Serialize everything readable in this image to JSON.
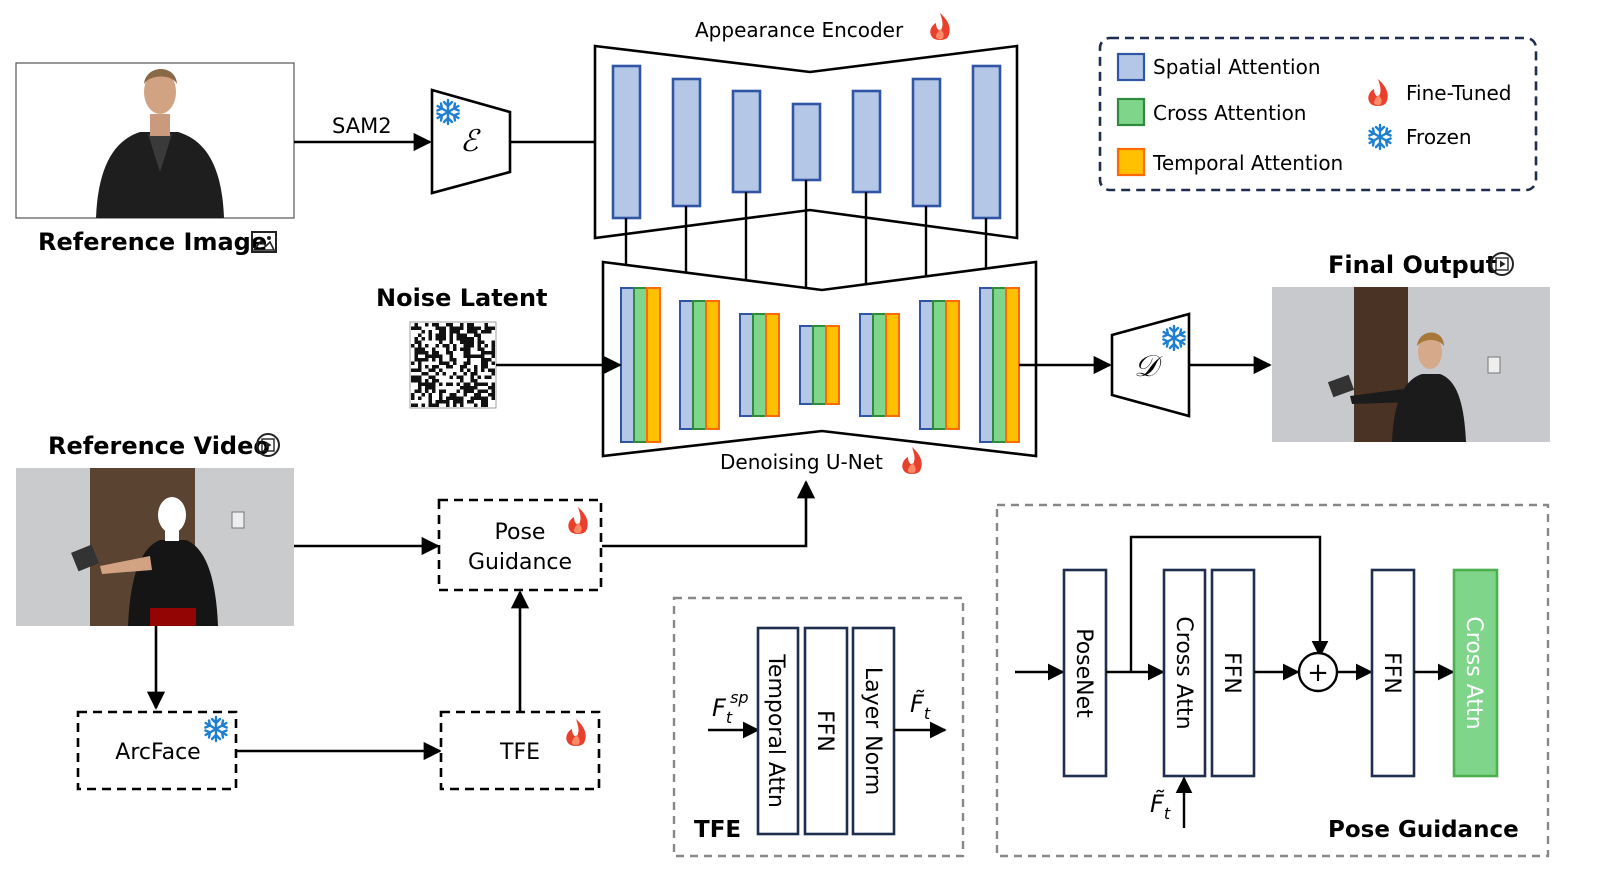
{
  "reference_image": {
    "label": "Reference Image",
    "icon": "image-icon"
  },
  "sam2_label": "SAM2",
  "encoder_symbol": "ℰ",
  "decoder_symbol": "𝒟",
  "appearance_encoder": {
    "label": "Appearance Encoder",
    "status_icon": "flame-icon"
  },
  "noise_latent": {
    "label": "Noise Latent"
  },
  "denoising_unet": {
    "label": "Denoising U-Net",
    "status_icon": "flame-icon"
  },
  "final_output": {
    "label": "Final Output",
    "icon": "play-icon"
  },
  "reference_video": {
    "label": "Reference Video",
    "icon": "play-icon"
  },
  "nodes": {
    "pose_guidance_line1": "Pose",
    "pose_guidance_line2": "Guidance",
    "arcface": "ArcFace",
    "tfe": "TFE"
  },
  "legend": {
    "spatial": "Spatial Attention",
    "cross": "Cross Attention",
    "temporal": "Temporal Attention",
    "fine_tuned": "Fine-Tuned",
    "frozen": "Frozen"
  },
  "tfe_detail": {
    "title": "TFE",
    "input_symbol": "F",
    "input_sub": "t",
    "input_sup": "sp",
    "output_symbol": "F̃",
    "output_sub": "t",
    "blocks": [
      "Temporal Attn",
      "FFN",
      "Layer Norm"
    ]
  },
  "pose_detail": {
    "title": "Pose Guidance",
    "blocks": [
      "PoseNet",
      "Cross Attn",
      "FFN",
      "FFN",
      "Cross Attn"
    ],
    "plus": "+",
    "input_symbol": "F̃",
    "input_sub": "t"
  },
  "colors": {
    "spatial": "#b4c7e7",
    "cross": "#7fd68a",
    "temporal": "#ffc000",
    "temporal_border": "#ff6a00",
    "flame": "#e8402c",
    "snowflake": "#1f7fd1",
    "navy": "#1f2d4f"
  }
}
